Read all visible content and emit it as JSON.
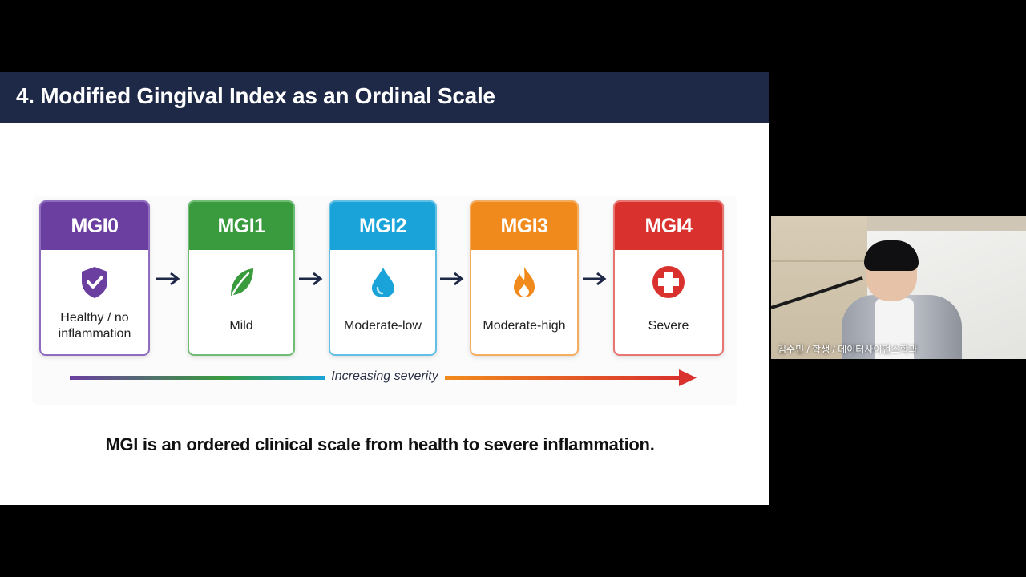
{
  "slide": {
    "title": "4. Modified Gingival Index as an Ordinal Scale",
    "stages": [
      {
        "code": "MGI0",
        "label": "Healthy / no inflammation",
        "color": "#6b3fa0",
        "icon": "shield-check-icon"
      },
      {
        "code": "MGI1",
        "label": "Mild",
        "color": "#3a9a3e",
        "icon": "leaf-icon"
      },
      {
        "code": "MGI2",
        "label": "Moderate-low",
        "color": "#1aa3d8",
        "icon": "water-drop-icon"
      },
      {
        "code": "MGI3",
        "label": "Moderate-high",
        "color": "#f18a1c",
        "icon": "flame-icon"
      },
      {
        "code": "MGI4",
        "label": "Severe",
        "color": "#d9312d",
        "icon": "red-cross-icon"
      }
    ],
    "severity_label": "Increasing severity",
    "summary": "MGI is an ordered clinical scale from health to severe inflammation."
  },
  "video": {
    "participant_caption": "김수민 / 학생 / 데이터사이언스학과"
  },
  "colors": {
    "header_bg": "#1e2847",
    "background": "#000000"
  }
}
